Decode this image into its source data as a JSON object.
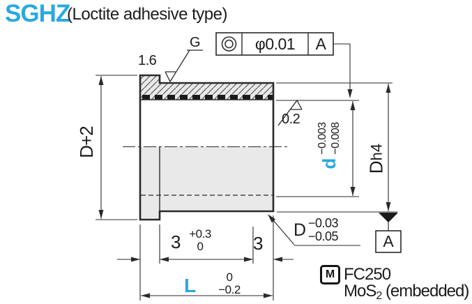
{
  "title": {
    "code": "SGHZ",
    "type_note": "(Loctite adhesive type)"
  },
  "colors": {
    "accent": "#29A9E1",
    "line": "#2A2A2A",
    "section_fill": "#E9E9E9"
  },
  "tolerance_frame": {
    "symbol": "concentricity",
    "tolerance": "φ0.01",
    "datum": "A"
  },
  "surface_finish": {
    "flange_face": {
      "roughness": "1.6",
      "process": "G"
    },
    "bore": {
      "roughness": "0.2"
    }
  },
  "dimensions": {
    "flange_od": {
      "label": "D+2"
    },
    "body_od_fit": {
      "letter": "D",
      "fit": "h4"
    },
    "bore_dia": {
      "letter": "d",
      "tol_upper": "−0.003",
      "tol_lower": "−0.008"
    },
    "body_od": {
      "letter": "D",
      "tol_upper": "−0.03",
      "tol_lower": "−0.05"
    },
    "flange_width": {
      "value": "3",
      "tol_upper": "+0.3",
      "tol_lower": "0"
    },
    "end_band_length": {
      "value": "3"
    },
    "overall_length": {
      "letter": "L",
      "tol_upper": "0",
      "tol_lower": "−0.2"
    }
  },
  "datum": {
    "label": "A"
  },
  "material": {
    "mark": "M",
    "grade": "FC250",
    "lubricant": {
      "text": "MoS",
      "sub": "2",
      "note": "(embedded)"
    }
  }
}
